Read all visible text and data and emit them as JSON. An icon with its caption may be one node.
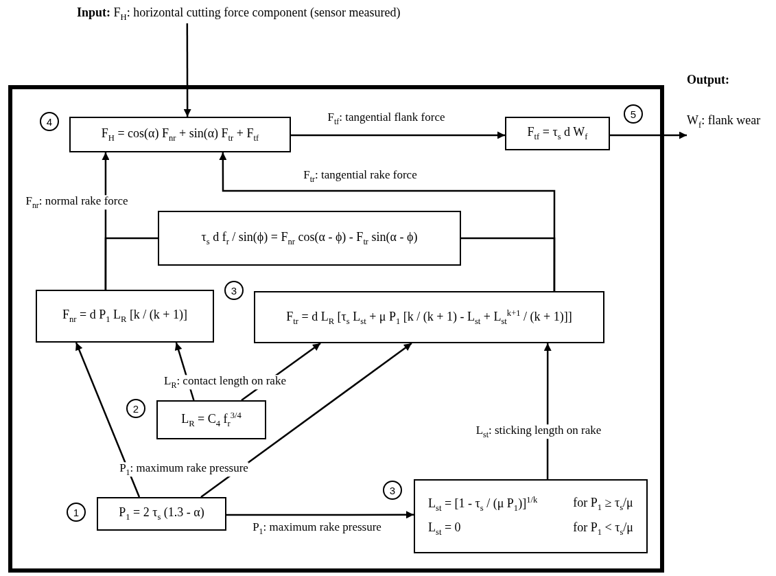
{
  "diagram": {
    "nodes": [
      {
        "text": [],
        "shape": "box"
      },
      {
        "text": [
          "**Input:** F$_{H}$: horizontal cutting force component (sensor measured)"
        ]
      },
      {
        "text": [
          "4"
        ],
        "in": 0
      },
      {
        "text": [
          "F$_{H}$ = cos(α) F$_{nr}$ + sin(α) F$_{tr}$ + F$_{tf}$"
        ],
        "in": 0
      },
      {
        "text": [
          "F$_{tf}$ = τ$_{s}$ d W$_{f}$"
        ],
        "in": 0
      },
      {
        "text": [
          "5"
        ],
        "in": 0
      },
      {
        "text": [
          "Output:",
          "W$_{f}$: flank wear"
        ]
      },
      {
        "text": [
          "τ$_{s}$ d f$_{r}$ / sin(ϕ) = F$_{nr}$ cos(α - ϕ) - F$_{tr}$ sin(α - ϕ)"
        ],
        "in": 0
      },
      {
        "text": [
          "F$_{nr}$ = d P$_{1}$ L$_{R}$ [k / (k + 1)]"
        ],
        "in": 0
      },
      {
        "text": [
          "3"
        ],
        "in": 0
      },
      {
        "text": [
          "F$_{tr}$ = d L$_{R}$ [τ$_{s}$ L$_{st}$ + μ P$_{1}$ [k / (k + 1) - L$_{st}$ + L$_{st}$$^{k+1}$ / (k + 1)]]"
        ],
        "in": 0
      },
      {
        "text": [
          "2"
        ],
        "in": 0
      },
      {
        "text": [
          "L$_{R}$ = C$_{4}$ f$_{r}$$^{3/4}$"
        ],
        "in": 0
      },
      {
        "text": [
          "1"
        ],
        "in": 0
      },
      {
        "text": [
          "P$_{1}$ = 2 τ$_{s}$ (1.3 - α)"
        ],
        "in": 0
      },
      {
        "text": [
          "3"
        ],
        "in": 0
      },
      {
        "text": [
          "L$_{st}$ = [1 - τ$_{s}$ / (μ P$_{1}$)]$^{1/k}$",
          "for P$_{1}$ ≥ τ$_{s}$/μ",
          "L$_{st}$ = 0",
          "for P$_{1}$ < τ$_{s}$/μ"
        ],
        "in": 0
      }
    ],
    "edges": [
      {
        "from": 1,
        "to": 3,
        "arrow": "to"
      },
      {
        "from": 3,
        "to": 4,
        "arrow": "to",
        "label": "F$_{tf}$: tangential flank force"
      },
      {
        "from": 4,
        "to": 6,
        "arrow": "to"
      },
      {
        "from": 8,
        "to": 3,
        "arrow": "to",
        "label": "F$_{nr}$: normal rake force"
      },
      {
        "from": 10,
        "to": 3,
        "arrow": "to",
        "label": "F$_{tr}$: tangential rake force"
      },
      {
        "from": 7,
        "to": 8,
        "arrow": "none"
      },
      {
        "from": 7,
        "to": 10,
        "arrow": "none"
      },
      {
        "from": 14,
        "to": 8,
        "arrow": "to",
        "label": "P$_{1}$: maximum rake pressure"
      },
      {
        "from": 14,
        "to": 10,
        "arrow": "to"
      },
      {
        "from": 12,
        "to": 8,
        "arrow": "to",
        "label": "L$_{R}$: contact length on rake"
      },
      {
        "from": 12,
        "to": 10,
        "arrow": "to"
      },
      {
        "from": 14,
        "to": 16,
        "arrow": "to",
        "label": "P$_{1}$: maximum rake pressure"
      },
      {
        "from": 16,
        "to": 10,
        "arrow": "to",
        "label": "L$_{st}$: sticking length on rake"
      }
    ]
  }
}
